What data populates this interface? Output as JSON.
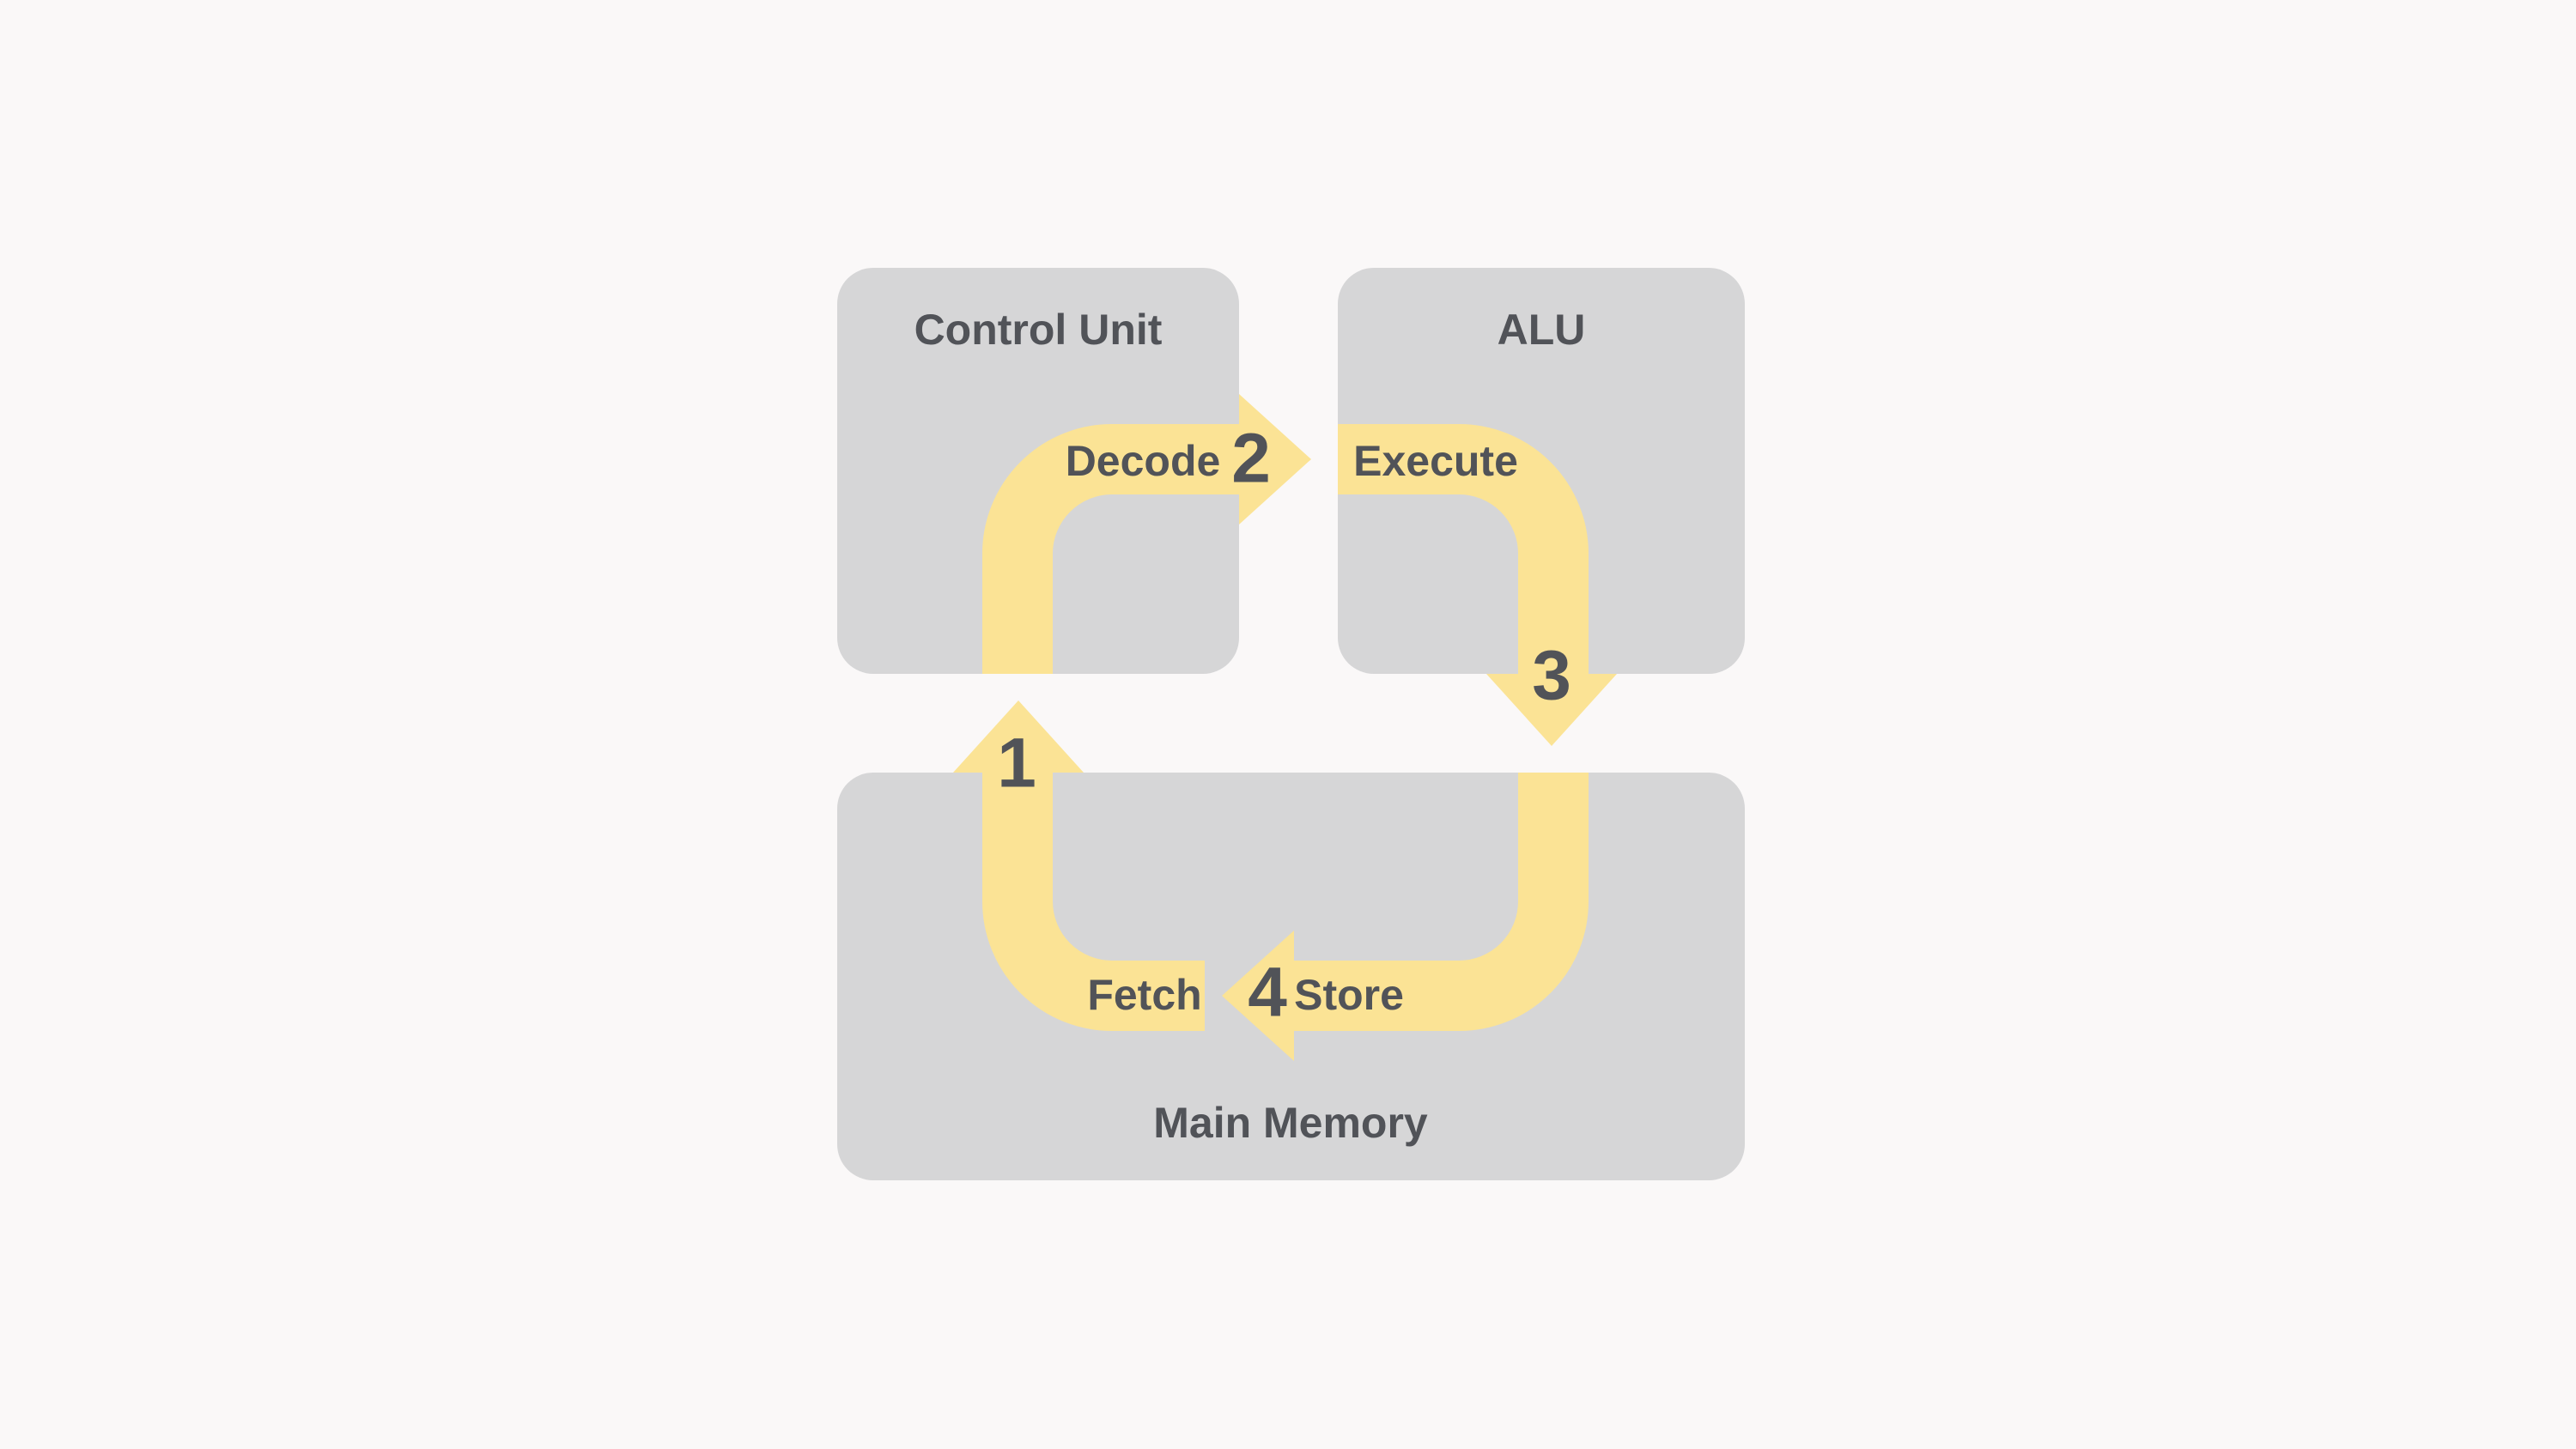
{
  "boxes": {
    "control_unit": "Control Unit",
    "alu": "ALU",
    "main_memory": "Main Memory"
  },
  "steps": [
    {
      "number": "1",
      "label": "Fetch"
    },
    {
      "number": "2",
      "label": "Decode"
    },
    {
      "number": "3",
      "label": "Execute"
    },
    {
      "number": "4",
      "label": "Store"
    }
  ],
  "colors": {
    "background": "#FAF8F8",
    "box_fill": "#D6D6D7",
    "arrow_fill": "#FBE395",
    "text": "#515358"
  }
}
